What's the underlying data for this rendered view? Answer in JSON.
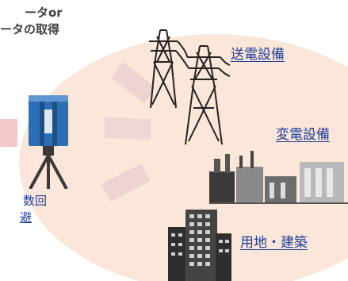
{
  "heading": {
    "line1": "ータor",
    "line2": "ータの取得"
  },
  "side_text": {
    "line1": "数回",
    "line2": "避"
  },
  "facilities": {
    "transmission": "送電設備",
    "substation": "変電設備",
    "land_building": "用地・建築"
  },
  "colors": {
    "ellipse": "#fbe7da",
    "arrow": "#f0d0d0",
    "link": "#1f3d99",
    "scanner_blue": "#2a6fb5",
    "heading_text": "#404040"
  }
}
